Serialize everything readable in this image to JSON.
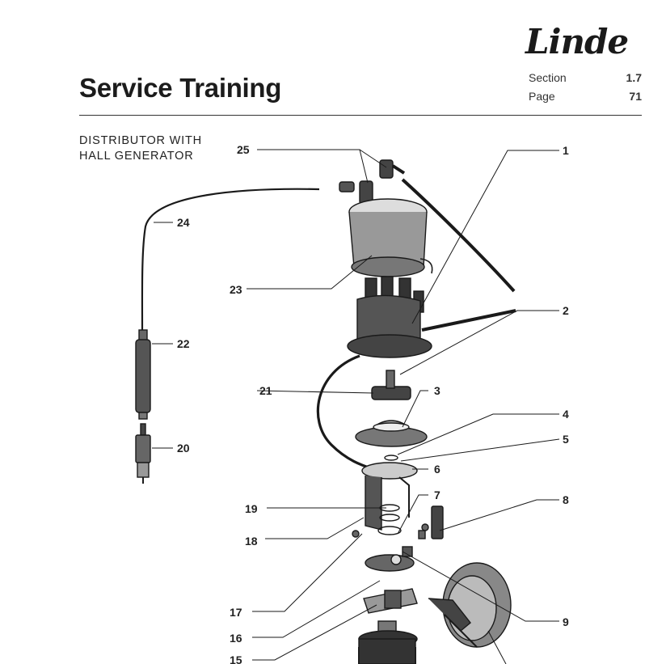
{
  "header": {
    "logo_text": "Linde",
    "title": "Service Training",
    "section_label": "Section",
    "section_value": "1.7",
    "page_label": "Page",
    "page_value": "71"
  },
  "subtitle": {
    "line1": "DISTRIBUTOR WITH",
    "line2": "HALL GENERATOR"
  },
  "callouts": [
    "1",
    "2",
    "3",
    "4",
    "5",
    "6",
    "7",
    "8",
    "9",
    "15",
    "16",
    "17",
    "18",
    "19",
    "20",
    "21",
    "22",
    "23",
    "24",
    "25"
  ],
  "colors": {
    "ink": "#1a1a1a",
    "paper": "#ffffff"
  }
}
